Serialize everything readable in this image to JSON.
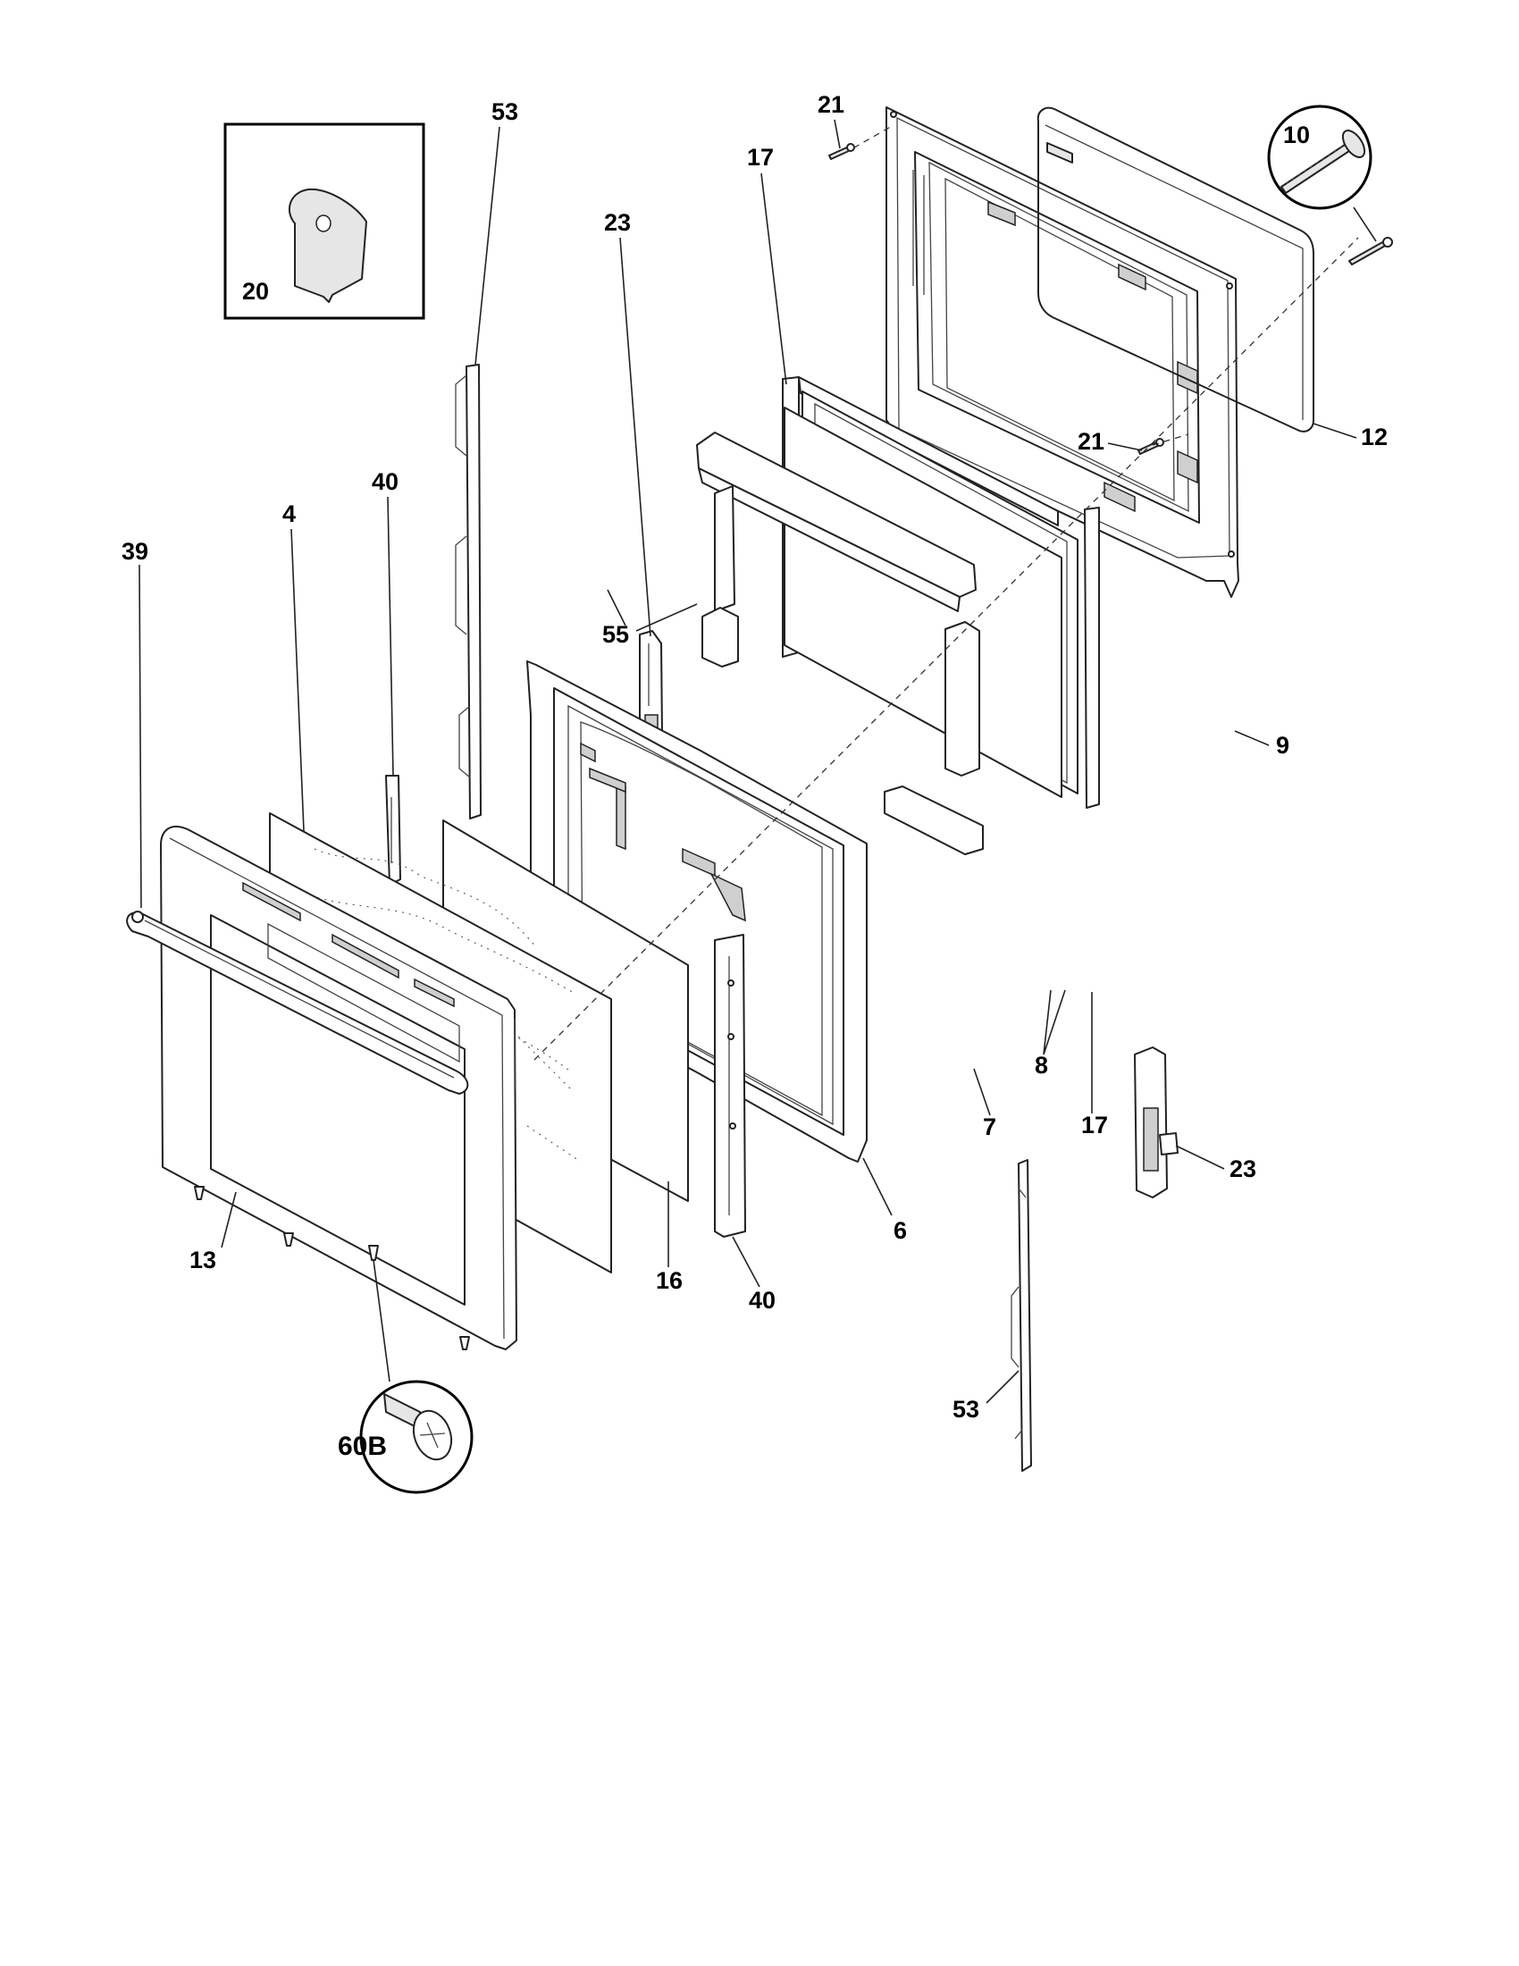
{
  "parts": {
    "inset_20": "20",
    "circle_10": "10",
    "circle_60b": "60B",
    "p53_top": "53",
    "p53_bottom": "53",
    "p21_top": "21",
    "p21_mid": "21",
    "p17_top": "17",
    "p17_bottom": "17",
    "p23_top": "23",
    "p23_bottom": "23",
    "p12": "12",
    "p40_left": "40",
    "p40_bottom": "40",
    "p4": "4",
    "p39": "39",
    "p55": "55",
    "p9": "9",
    "p8": "8",
    "p7": "7",
    "p6": "6",
    "p16": "16",
    "p13": "13"
  }
}
